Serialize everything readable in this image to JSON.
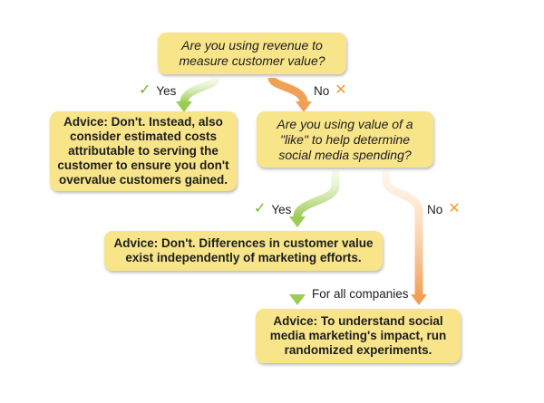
{
  "colors": {
    "box_fill": "#f8e58a",
    "yes_arrow": "#9ccb52",
    "no_arrow": "#f2a056",
    "check_mark": "#6fb52c",
    "x_mark": "#f39a32"
  },
  "icons": {
    "yes": "check-mark-icon",
    "no": "x-mark-icon"
  },
  "nodes": {
    "q1": "Are you using revenue to\nmeasure customer value?",
    "advice1": "Advice: Don't. Instead, also\nconsider estimated costs\nattributable to serving the\ncustomer to ensure you don't\novervalue customers gained.",
    "q2": "Are you using value of a\n\"like\" to help determine\nsocial media spending?",
    "advice2": "Advice: Don't. Differences in customer value\nexist independently of marketing efforts.",
    "advice3": "Advice: To understand social\nmedia marketing's impact, run\nrandomized experiments."
  },
  "edges": {
    "q1_yes": {
      "label": "Yes",
      "mark": "✓"
    },
    "q1_no": {
      "label": "No",
      "mark": "✕"
    },
    "q2_yes": {
      "label": "Yes",
      "mark": "✓"
    },
    "q2_no": {
      "label": "No",
      "mark": "✕"
    },
    "all_companies": {
      "label": "For all companies"
    }
  }
}
